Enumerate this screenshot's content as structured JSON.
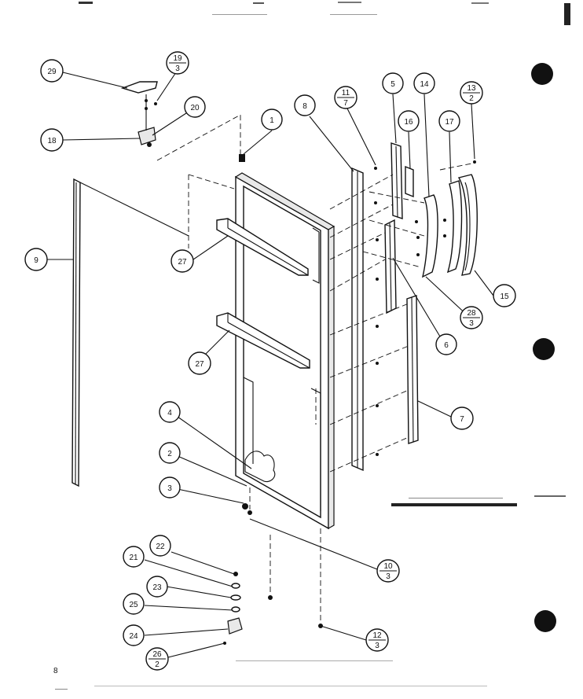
{
  "page_number": "8",
  "callouts": {
    "c1": "1",
    "c2": "2",
    "c3": "3",
    "c4": "4",
    "c5": "5",
    "c6": "6",
    "c7": "7",
    "c8": "8",
    "c9": "9",
    "c14": "14",
    "c15": "15",
    "c16": "16",
    "c17": "17",
    "c18": "18",
    "c20": "20",
    "c21": "21",
    "c22": "22",
    "c23": "23",
    "c24": "24",
    "c25": "25",
    "c27a": "27",
    "c27b": "27",
    "c29": "29"
  },
  "fraction_callouts": {
    "f19": {
      "top": "19",
      "bottom": "3"
    },
    "f11": {
      "top": "11",
      "bottom": "7"
    },
    "f13": {
      "top": "13",
      "bottom": "2"
    },
    "f28": {
      "top": "28",
      "bottom": "3"
    },
    "f10": {
      "top": "10",
      "bottom": "3"
    },
    "f12": {
      "top": "12",
      "bottom": "3"
    },
    "f26": {
      "top": "26",
      "bottom": "2"
    }
  }
}
